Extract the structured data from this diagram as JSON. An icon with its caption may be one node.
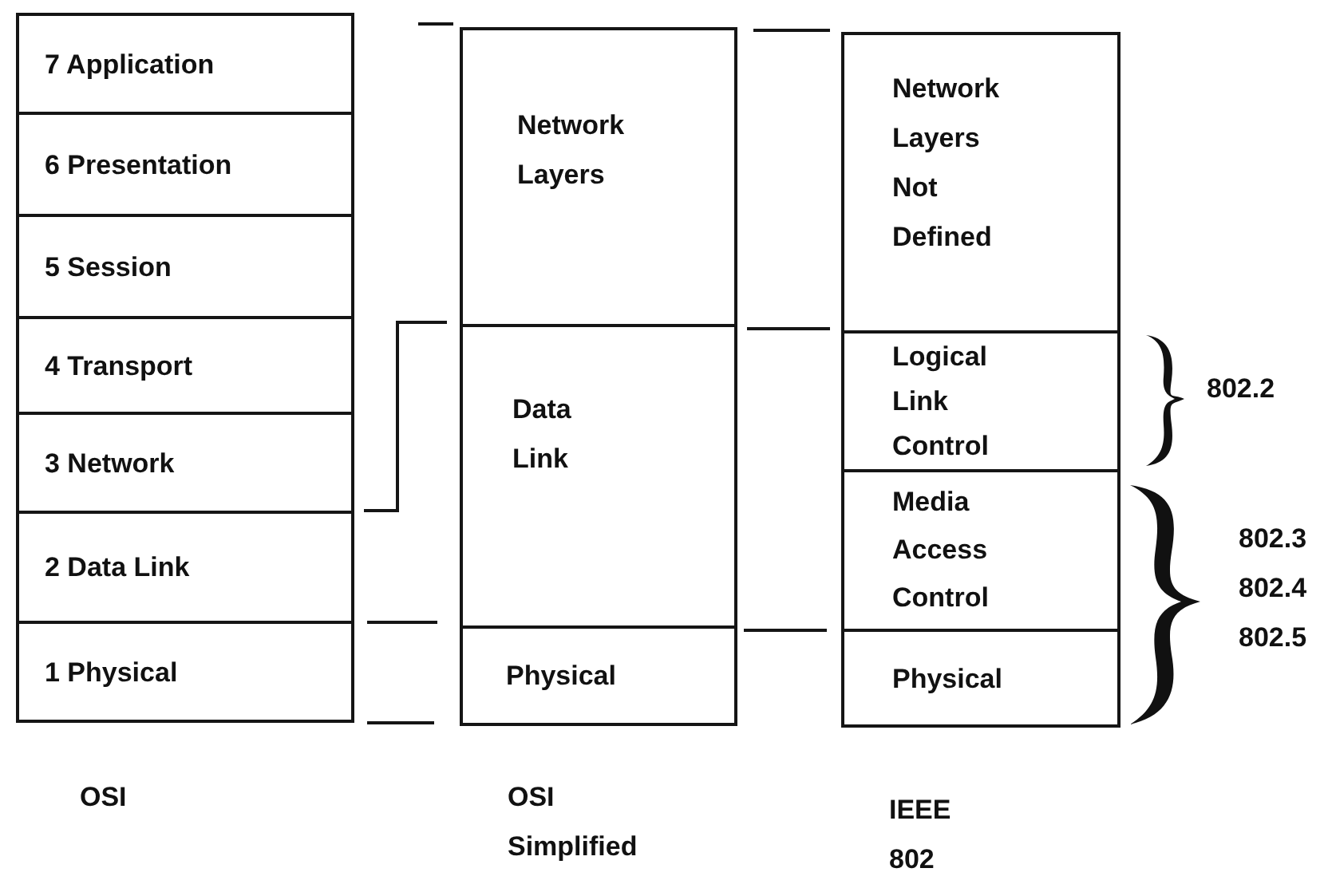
{
  "diagram": {
    "nodes": [
      {
        "text": [
          "7 Application"
        ]
      },
      {
        "text": [
          "6 Presentation"
        ]
      },
      {
        "text": [
          "5 Session"
        ]
      },
      {
        "text": [
          "4 Transport"
        ]
      },
      {
        "text": [
          "3 Network"
        ]
      },
      {
        "text": [
          "2 Data Link"
        ]
      },
      {
        "text": [
          "1 Physical"
        ]
      },
      {
        "text": [
          "Network Layers"
        ]
      },
      {
        "text": [
          "Data Link"
        ]
      },
      {
        "text": [
          "Physical"
        ]
      },
      {
        "text": [
          "Network Layers Not Defined"
        ]
      },
      {
        "text": [
          "Logical Link Control"
        ]
      },
      {
        "text": [
          "Media Access Control"
        ]
      },
      {
        "text": [
          "Physical"
        ]
      },
      {
        "text": [],
        "shape": "brace",
        "beside": [
          "802.2"
        ]
      },
      {
        "text": [],
        "shape": "brace",
        "beside": [
          "802.3",
          "802.4",
          "802.5"
        ]
      }
    ],
    "labels": [
      "OSI",
      "OSI Simplified",
      "IEEE 802"
    ]
  }
}
